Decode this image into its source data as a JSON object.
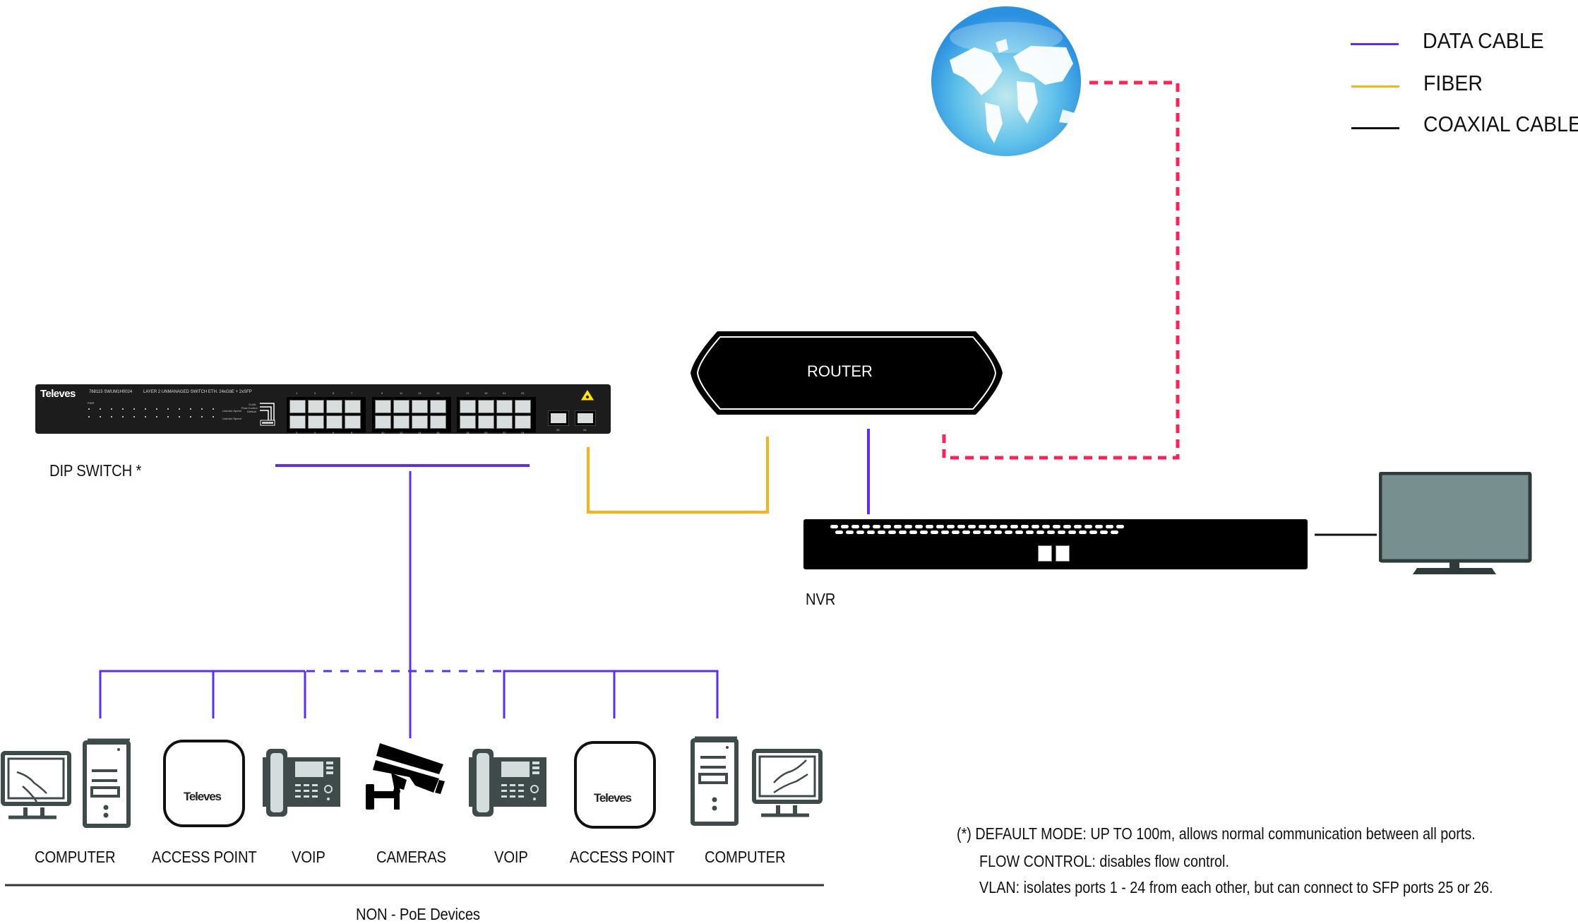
{
  "legend": {
    "items": [
      {
        "label": "DATA CABLE",
        "color": "#5b2cff"
      },
      {
        "label": "FIBER",
        "color": "#fbb117"
      },
      {
        "label": "COAXIAL CABLE",
        "color": "#111111"
      }
    ]
  },
  "colors": {
    "data_cable": "#5b2cff",
    "fiber": "#fbb117",
    "coaxial": "#111111",
    "internet_link": "#ff2255",
    "device_gray": "#3f4a4a",
    "tv_screen": "#778f8e"
  },
  "internet": {
    "icon": "globe-icon"
  },
  "router": {
    "label": "ROUTER"
  },
  "switch": {
    "label": "DIP SWITCH *",
    "brand": "Televes",
    "model": "768115   SWUM1H0024",
    "description": "LAYER 2 UNMANAGED SWITCH ETH. 24xGbE + 2xSFP",
    "dip_labels": [
      "VLAN",
      "Flow Control",
      "Default"
    ],
    "led_row_labels": [
      "Link/Act Speed",
      "Link/Act Speed"
    ],
    "pwr_label": "PWR",
    "port_groups_top": [
      [
        "1",
        "3",
        "5",
        "7"
      ],
      [
        "9",
        "11",
        "13",
        "15"
      ],
      [
        "17",
        "19",
        "21",
        "23"
      ]
    ],
    "port_groups_bottom": [
      [
        "2",
        "4",
        "6",
        "8"
      ],
      [
        "10",
        "12",
        "14",
        "16"
      ],
      [
        "18",
        "20",
        "22",
        "24"
      ]
    ],
    "sfp_ports": [
      "25",
      "26"
    ]
  },
  "nvr": {
    "label": "NVR",
    "lan_ports": 2
  },
  "monitor": {
    "icon": "tv-monitor-icon"
  },
  "devices": [
    {
      "label": "COMPUTER",
      "icon": "computer-icon"
    },
    {
      "label": "ACCESS POINT",
      "icon": "access-point-icon",
      "brand": "Televes"
    },
    {
      "label": "VOIP",
      "icon": "voip-phone-icon"
    },
    {
      "label": "CAMERAS",
      "icon": "cctv-camera-icon"
    },
    {
      "label": "VOIP",
      "icon": "voip-phone-icon"
    },
    {
      "label": "ACCESS POINT",
      "icon": "access-point-icon",
      "brand": "Televes"
    },
    {
      "label": "COMPUTER",
      "icon": "computer-icon"
    }
  ],
  "group_label": "NON - PoE Devices",
  "footnote": {
    "lines": [
      "(*) DEFAULT MODE: UP TO 100m, allows normal communication between all ports.",
      "FLOW CONTROL: disables flow control.",
      "VLAN: isolates ports 1 - 24 from each other, but can connect to SFP ports 25 or 26."
    ]
  }
}
